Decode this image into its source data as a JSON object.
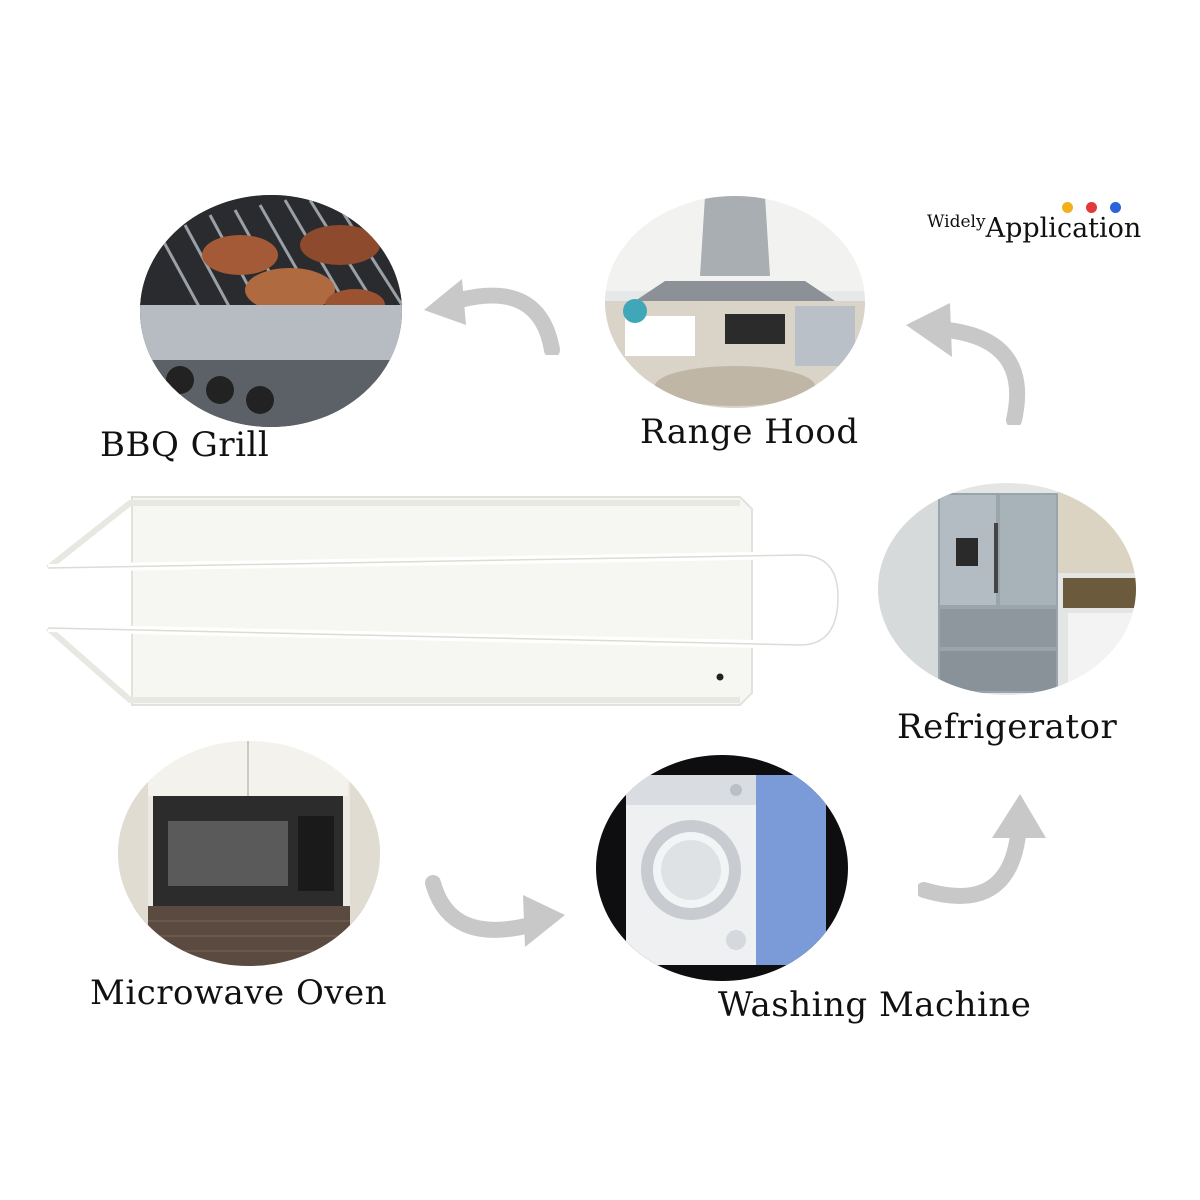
{
  "heading": {
    "small": "Widely",
    "big": "Application"
  },
  "accent_dots": [
    "#f2b01c",
    "#e23a3a",
    "#2b63d9"
  ],
  "applications": [
    {
      "label": "BBQ Grill",
      "icon": "bbq-grill-photo"
    },
    {
      "label": "Range Hood",
      "icon": "range-hood-photo"
    },
    {
      "label": "Refrigerator",
      "icon": "refrigerator-photo"
    },
    {
      "label": "Microwave Oven",
      "icon": "microwave-oven-photo"
    },
    {
      "label": "Washing Machine",
      "icon": "washing-machine-photo"
    }
  ],
  "arrow_color": "#c8c8c8"
}
